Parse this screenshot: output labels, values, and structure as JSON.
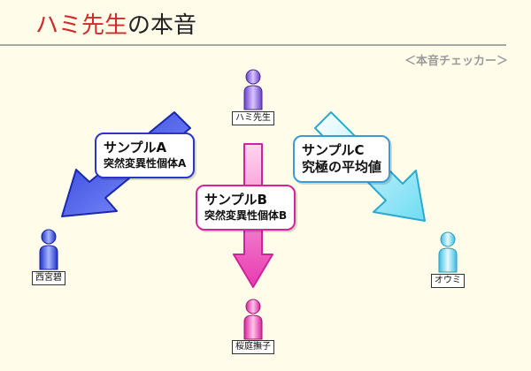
{
  "header": {
    "title_highlight": "ハミ先生",
    "title_rest": "の本音",
    "checker_label": "＜本音チェッカー＞"
  },
  "people": {
    "top": "ハミ先生",
    "left": "西宮碧",
    "bottom": "桜庭撫子",
    "right": "オウミ"
  },
  "boxes": {
    "a": {
      "line1": "サンプルA",
      "line2": "突然変異性個体A"
    },
    "b": {
      "line1": "サンプルB",
      "line2": "突然変異性個体B"
    },
    "c": {
      "line1": "サンプルC",
      "line2": "究極の平均値"
    }
  },
  "colors": {
    "title_accent": "#d12a2a",
    "left_blue": "#3a4fe0",
    "right_cyan": "#7fe4f6",
    "pink": "#e83ab0",
    "purple": "#9a6fdc"
  }
}
